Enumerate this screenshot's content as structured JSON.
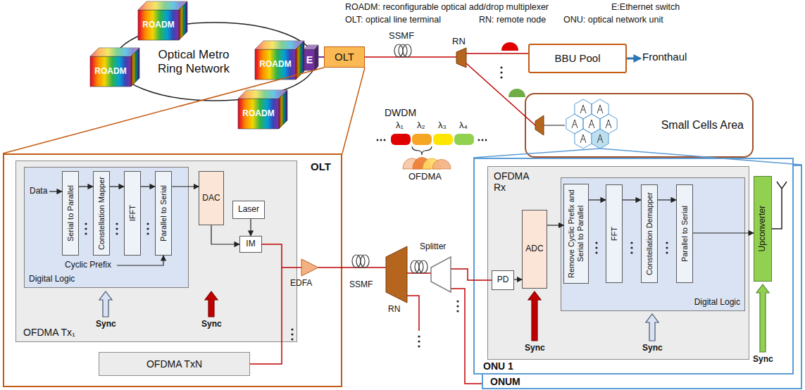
{
  "diagram": {
    "nodes": [
      {
        "text": [
          "Optical Metro Ring Network"
        ]
      },
      {
        "text": [
          "ROADM"
        ]
      },
      {
        "text": [
          "ROADM"
        ]
      },
      {
        "text": [
          "ROADM"
        ]
      },
      {
        "text": [
          "E"
        ]
      },
      {
        "text": [
          "ROADM"
        ]
      },
      {
        "text": [
          "OLT"
        ]
      },
      {
        "text": [
          "BBU Pool"
        ]
      },
      {
        "text": [
          "Small Cells Area"
        ]
      },
      {
        "text": [
          "OLT"
        ]
      },
      {
        "text": [
          "OFDMA Tx₁"
        ],
        "in": 9
      },
      {
        "text": [
          "Digital Logic"
        ],
        "in": 10
      },
      {
        "text": [
          "Serial to Parallel"
        ],
        "in": 11
      },
      {
        "text": [
          "Constellation Mapper"
        ],
        "in": 11
      },
      {
        "text": [
          "IFFT"
        ],
        "in": 11
      },
      {
        "text": [
          "Parallel to Serial"
        ],
        "in": 11
      },
      {
        "text": [
          "DAC"
        ],
        "in": 10
      },
      {
        "text": [
          "Laser"
        ],
        "in": 10
      },
      {
        "text": [
          "IM"
        ],
        "in": 10
      },
      {
        "text": [
          "OFDMA TxN"
        ],
        "in": 9
      },
      {
        "text": [
          "ONUM"
        ]
      },
      {
        "text": [
          "ONU 1"
        ]
      },
      {
        "text": [
          "OFDMA Rx"
        ],
        "in": 21
      },
      {
        "text": [
          "PD"
        ],
        "in": 22
      },
      {
        "text": [
          "ADC"
        ],
        "in": 22
      },
      {
        "text": [
          "Digital Logic"
        ],
        "in": 22
      },
      {
        "text": [
          "Remove Cyclic Prefix and Serial to Parallel"
        ],
        "in": 25
      },
      {
        "text": [
          "FFT"
        ],
        "in": 25
      },
      {
        "text": [
          "Constellation Demapper"
        ],
        "in": 25
      },
      {
        "text": [
          "Parallel to Serial"
        ],
        "in": 25
      },
      {
        "text": [
          "Upconverter"
        ],
        "in": 21
      }
    ],
    "edges": [
      {
        "from": 12,
        "to": 13,
        "arrow": "to"
      },
      {
        "from": 13,
        "to": 14,
        "arrow": "to"
      },
      {
        "from": 14,
        "to": 15,
        "arrow": "to"
      },
      {
        "from": 15,
        "to": 16,
        "arrow": "to"
      },
      {
        "from": 16,
        "to": 18,
        "arrow": "to"
      },
      {
        "from": 17,
        "to": 18,
        "arrow": "to"
      },
      {
        "from": 23,
        "to": 24,
        "arrow": "to"
      },
      {
        "from": 24,
        "to": 26,
        "arrow": "to"
      },
      {
        "from": 26,
        "to": 27,
        "arrow": "to"
      },
      {
        "from": 27,
        "to": 28,
        "arrow": "to"
      },
      {
        "from": 28,
        "to": 29,
        "arrow": "to"
      },
      {
        "from": 29,
        "to": 30,
        "arrow": "to"
      },
      {
        "from": 4,
        "to": 6,
        "arrow": "none"
      }
    ],
    "labels": [
      "ROADM: reconfigurable optical add/drop multiplexer",
      "E:Ethernet switch",
      "OLT: optical line terminal",
      "RN: remote node",
      "ONU: optical network unit",
      "SSMF",
      "RN",
      "Fronthaul",
      "DWDM",
      "λ₁",
      "λ₂",
      "λ₃",
      "λ₄",
      "OFDMA",
      "Data",
      "Cyclic Prefix",
      "Sync",
      "Sync",
      "EDFA",
      "SSMF",
      "RN",
      "Splitter",
      "Sync",
      "Sync",
      "Sync"
    ]
  }
}
